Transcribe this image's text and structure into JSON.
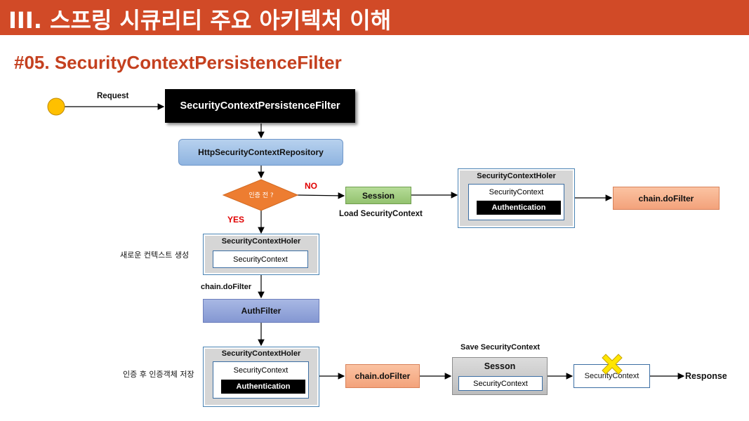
{
  "header": {
    "title": "III. 스프링 시큐리티 주요 아키텍처 이해"
  },
  "subtitle": "#05. SecurityContextPersistenceFilter",
  "diagram": {
    "request_label": "Request",
    "filter_box": "SecurityContextPersistenceFilter",
    "repository_box": "HttpSecurityContextRepository",
    "decision": "인증 전 ?",
    "no_label": "NO",
    "yes_label": "YES",
    "session_box": "Session",
    "load_label": "Load SecurityContext",
    "holder_top": {
      "title": "SecurityContextHoler",
      "context": "SecurityContext",
      "auth": "Authentication"
    },
    "chain_right": "chain.doFilter",
    "new_context_label": "새로운 컨텍스트 생성",
    "holder_mid": {
      "title": "SecurityContextHoler",
      "context": "SecurityContext"
    },
    "chain_mid_label": "chain.doFilter",
    "auth_filter": "AuthFilter",
    "save_after_label": "인증 후 인증객체 저장",
    "holder_bottom": {
      "title": "SecurityContextHoler",
      "context": "SecurityContext",
      "auth": "Authentication"
    },
    "chain_bottom": "chain.doFilter",
    "save_label": "Save SecurityContext",
    "sesson": {
      "title": "Sesson",
      "context": "SecurityContext"
    },
    "cleared_context": "SecurityContext",
    "response_label": "Response"
  },
  "colors": {
    "header": "#d14a27",
    "subtitle": "#c4401f",
    "decision": "#ed7d31",
    "accent_red": "#e00000",
    "x_mark": "#ffe600"
  }
}
